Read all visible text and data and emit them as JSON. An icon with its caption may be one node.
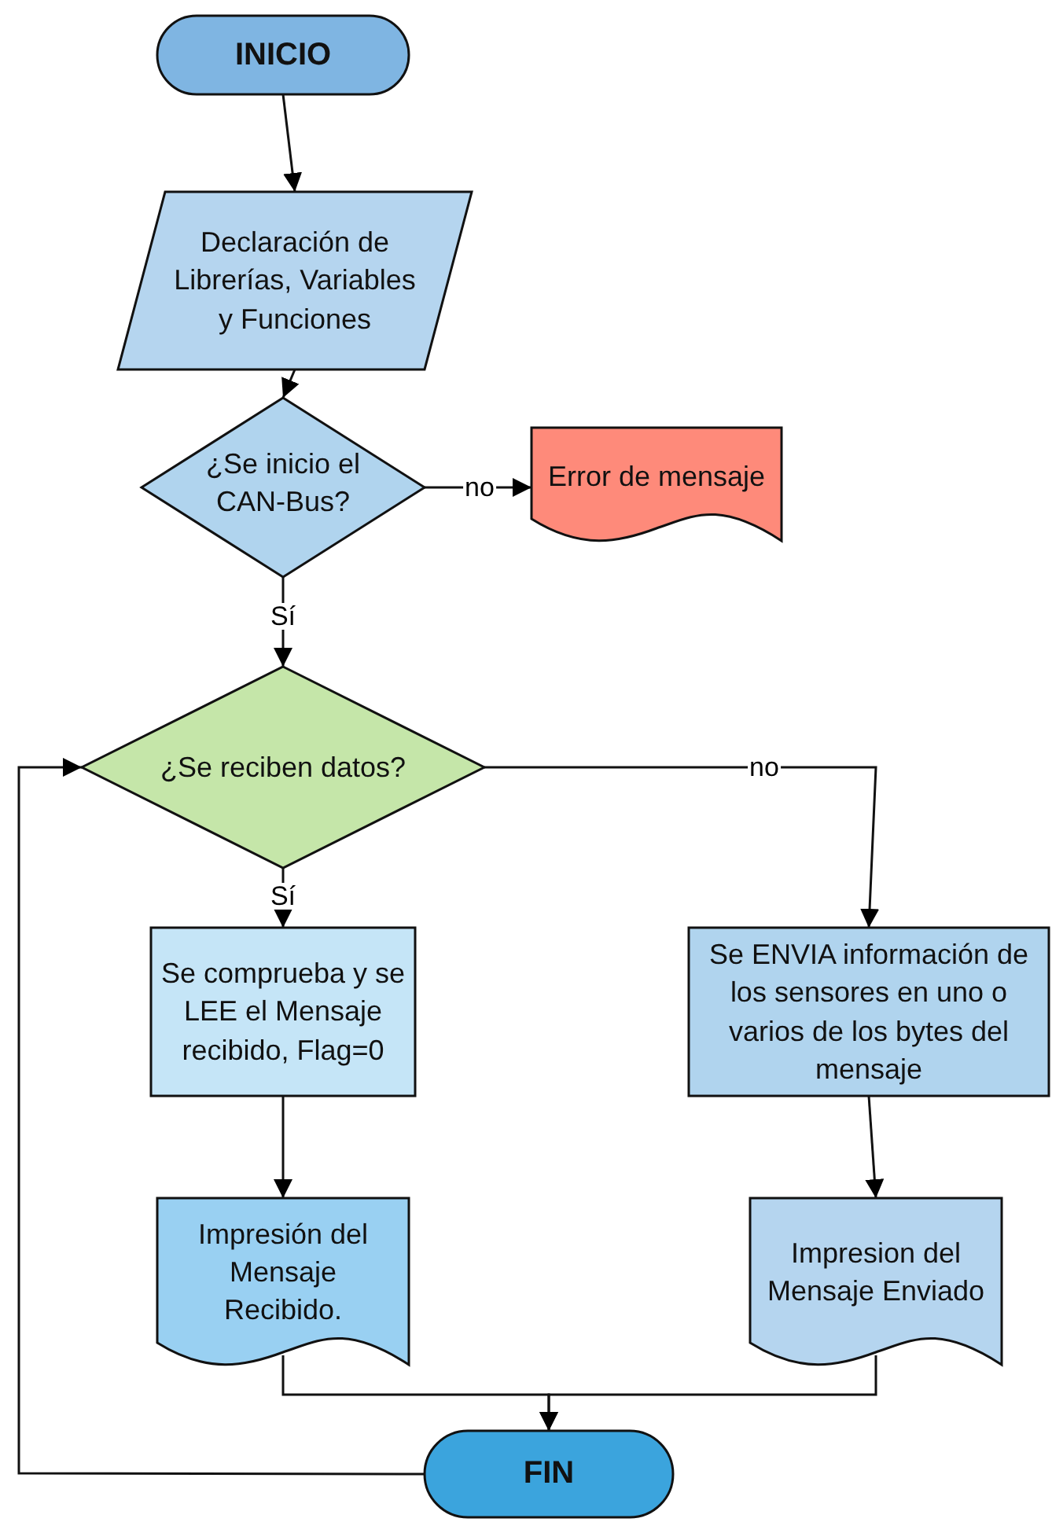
{
  "diagram": {
    "nodes": [
      {
        "text": [
          "INICIO"
        ]
      },
      {
        "text": [
          "Declaración de Librerías, Variables y Funciones"
        ]
      },
      {
        "text": [
          "¿Se inicio el CAN-Bus?"
        ]
      },
      {
        "text": [
          "Error de mensaje"
        ]
      },
      {
        "text": [
          "¿Se reciben datos?"
        ]
      },
      {
        "text": [
          "Se comprueba y se LEE el Mensaje recibido, Flag=0"
        ]
      },
      {
        "text": [
          "Se ENVIA información de los sensores en uno o varios de los bytes del mensaje"
        ]
      },
      {
        "text": [
          "Impresión del Mensaje Recibido."
        ]
      },
      {
        "text": [
          "Impresion del Mensaje Enviado"
        ]
      },
      {
        "text": [
          "FIN"
        ]
      }
    ],
    "edges": [
      {
        "from": 0,
        "to": 1,
        "arrow": "to"
      },
      {
        "from": 1,
        "to": 2,
        "arrow": "to"
      },
      {
        "from": 2,
        "to": 3,
        "arrow": "to",
        "label": "no"
      },
      {
        "from": 2,
        "to": 4,
        "arrow": "to",
        "label": "Sí"
      },
      {
        "from": 4,
        "to": 5,
        "arrow": "to",
        "label": "Sí"
      },
      {
        "from": 4,
        "to": 6,
        "arrow": "to",
        "label": "no"
      },
      {
        "from": 5,
        "to": 7,
        "arrow": "to"
      },
      {
        "from": 6,
        "to": 8,
        "arrow": "to"
      },
      {
        "from": 7,
        "to": 9,
        "arrow": "to"
      },
      {
        "from": 8,
        "to": 9,
        "arrow": "to"
      },
      {
        "from": 9,
        "to": 4,
        "arrow": "to"
      }
    ]
  }
}
